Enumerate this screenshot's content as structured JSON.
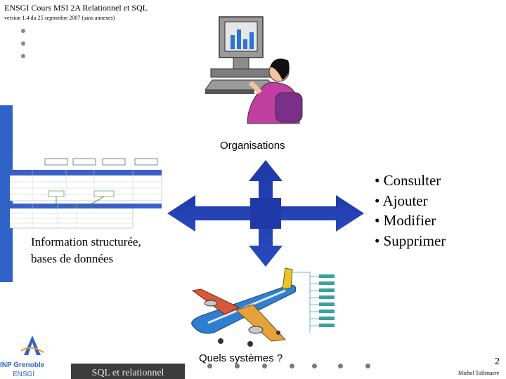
{
  "header": {
    "title": "ENSGI Cours MSI 2A Relationnel et SQL",
    "version": "version 1.4 du 25 septembre 2007 (sans annexes)"
  },
  "organisations_label": "Organisations",
  "actions": [
    "Consulter",
    "Ajouter",
    "Modifier",
    "Supprimer"
  ],
  "info_line1": "Information structurée,",
  "info_line2": "bases de données",
  "question": "Quels systèmes ?",
  "page_number": "2",
  "author": "Michel Tollenaere",
  "footer_tab": "SQL et relationnel",
  "logo": {
    "brand": "INP Grenoble",
    "school": "ENSGI"
  },
  "colors": {
    "accent_blue": "#2f63c8",
    "arrow_blue": "#1f3aa8",
    "footer_dark": "#3c3c3c"
  }
}
